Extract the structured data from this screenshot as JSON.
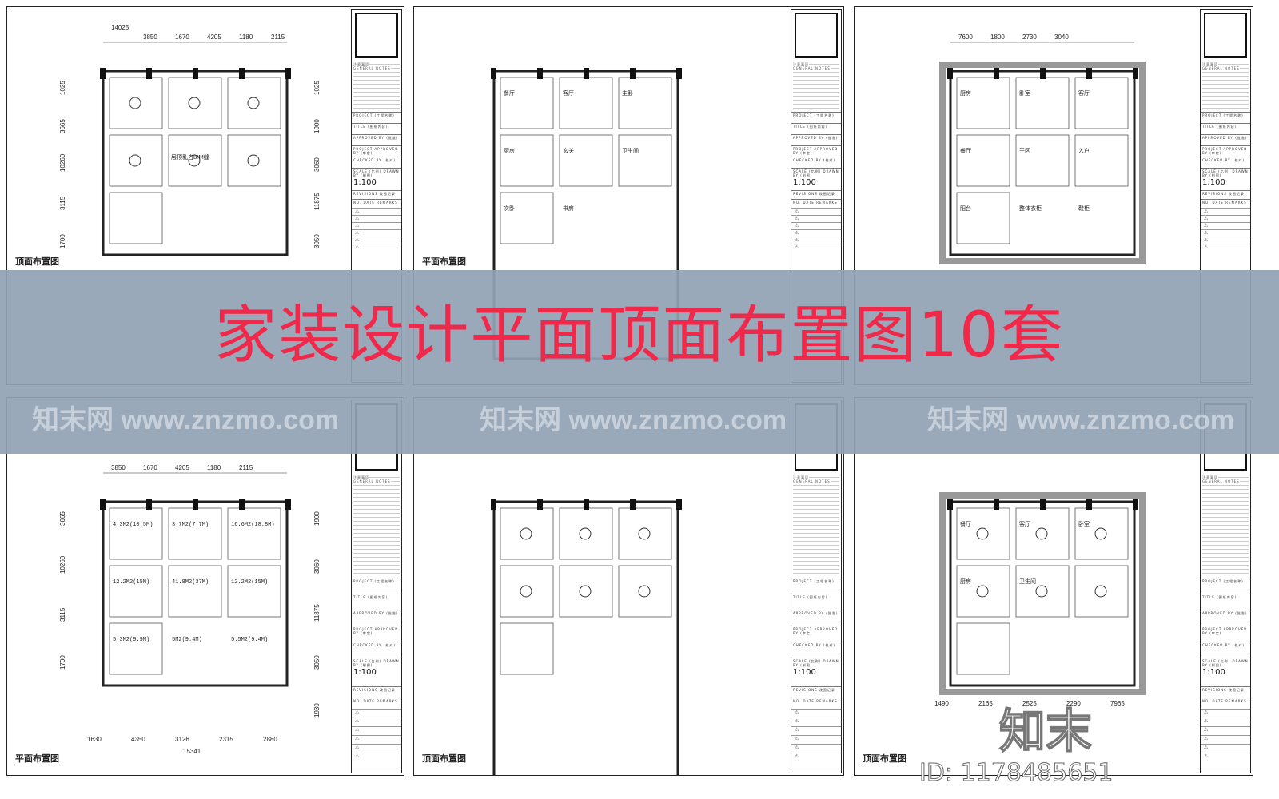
{
  "banner": {
    "title": "家装设计平面顶面布置图10套",
    "background": "#91a2b4",
    "text_color": "#f0284a"
  },
  "watermark": {
    "site": "www.znzmo.com",
    "brand": "知末网",
    "logo": "知末",
    "id": "ID: 1178485651"
  },
  "title_block": {
    "notes_title": "注意事项",
    "general_notes": "GENERAL NOTES",
    "project": "PROJECT (工程名称)",
    "title": "TITLE (图纸内容)",
    "approved": "APPROVED BY (批准)",
    "project_approved": "PROJECT APPROVED BY (审定)",
    "checked": "CHECKED BY (校对)",
    "scale_label": "SCALE (比例) DRAWN BY (制图)",
    "scale": "1:100",
    "revisions": "REVISIONS 改图记录",
    "rev_header": "NO. DATE REMARKS",
    "rev_mark": "⚠"
  },
  "sheets": [
    {
      "label": "顶面布置图",
      "top_dims": [
        "14025",
        "3850",
        "1670",
        "4205",
        "1180",
        "2115"
      ],
      "left_dims": [
        "1025",
        "3665",
        "10260",
        "3115",
        "1700"
      ],
      "right_dims": [
        "1025",
        "1900",
        "3060",
        "11875",
        "3050"
      ],
      "note": "层顶乳白BMM缝"
    },
    {
      "label": "平面布置图",
      "rooms": [
        "餐厅",
        "客厅",
        "主卧",
        "厨房",
        "玄关",
        "卫生间",
        "次卧",
        "书房"
      ]
    },
    {
      "label": "",
      "rooms": [
        "厨房",
        "卧室",
        "客厅",
        "餐厅",
        "干区",
        "入户",
        "阳台",
        "整体衣柜",
        "鞋柜"
      ],
      "dims": [
        "7600",
        "1800",
        "2730",
        "3040"
      ]
    },
    {
      "label": "平面布置图",
      "top_dims": [
        "3850",
        "1670",
        "4205",
        "1180",
        "2115"
      ],
      "bottom_dims": [
        "1630",
        "4350",
        "3126",
        "2315",
        "2880"
      ],
      "bottom_total": "15341",
      "left_dims": [
        "3665",
        "10260",
        "3115",
        "1700"
      ],
      "right_dims": [
        "1900",
        "3060",
        "11875",
        "3050",
        "1930"
      ],
      "rooms": [
        "4.3M2(10.5M)",
        "3.7M2(7.7M)",
        "16.6M2(18.8M)",
        "12.2M2(15M)",
        "41.8M2(37M)",
        "12.2M2(15M)",
        "5.3M2(9.9M)",
        "5M2(9.4M)",
        "5.5M2(9.4M)"
      ]
    },
    {
      "label": "顶面布置图"
    },
    {
      "label": "顶面布置图",
      "rooms": [
        "餐厅",
        "客厅",
        "卧室",
        "厨房",
        "卫生间"
      ],
      "bottom_dims": [
        "1490",
        "2165",
        "2525",
        "2290",
        "7965"
      ]
    }
  ]
}
